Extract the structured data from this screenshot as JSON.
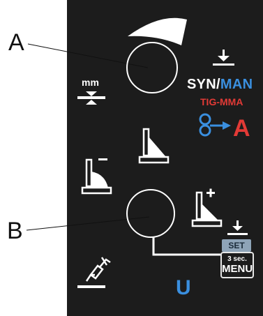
{
  "callouts": {
    "a": "A",
    "b": "B"
  },
  "labels": {
    "mm": "mm",
    "syn": "SYN/",
    "man": "MAN",
    "tig_mma": "TIG-MMA",
    "amp": "A",
    "set": "SET",
    "three_sec": "3 sec.",
    "menu": "MENU",
    "u": "U"
  },
  "colors": {
    "panel": "#1c1c1c",
    "white": "#ffffff",
    "blue": "#3a8fdf",
    "red": "#e23a36",
    "set_bg": "#8ea4b8"
  },
  "icons": [
    "arc-indicator-icon",
    "download-arrow-icon",
    "thickness-icon",
    "wire-feed-icon",
    "weld-joint-icon",
    "weld-joint-minus-icon",
    "weld-joint-plus-icon",
    "torch-icon"
  ]
}
